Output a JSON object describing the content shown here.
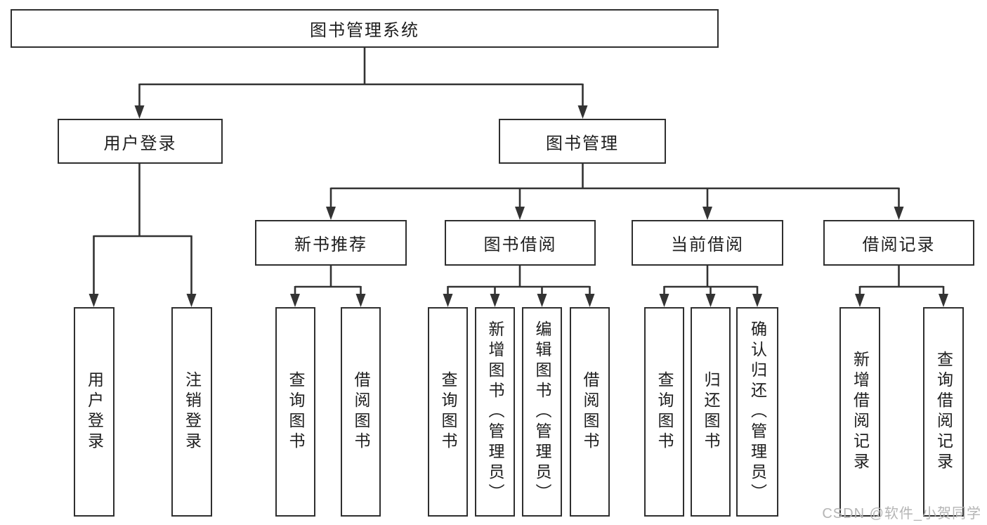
{
  "diagram": {
    "root": {
      "label": "图书管理系统"
    },
    "level2": [
      {
        "label": "用户登录"
      },
      {
        "label": "图书管理"
      }
    ],
    "level3": [
      {
        "label": "新书推荐",
        "parent": "图书管理"
      },
      {
        "label": "图书借阅",
        "parent": "图书管理"
      },
      {
        "label": "当前借阅",
        "parent": "图书管理"
      },
      {
        "label": "借阅记录",
        "parent": "图书管理"
      }
    ],
    "leaves": [
      {
        "label": "用户登录",
        "parent": "用户登录"
      },
      {
        "label": "注销登录",
        "parent": "用户登录"
      },
      {
        "label": "查询图书",
        "parent": "新书推荐"
      },
      {
        "label": "借阅图书",
        "parent": "新书推荐"
      },
      {
        "label": "查询图书",
        "parent": "图书借阅"
      },
      {
        "label": "新增图书（管理员）",
        "parent": "图书借阅"
      },
      {
        "label": "编辑图书（管理员）",
        "parent": "图书借阅"
      },
      {
        "label": "借阅图书",
        "parent": "图书借阅"
      },
      {
        "label": "查询图书",
        "parent": "当前借阅"
      },
      {
        "label": "归还图书",
        "parent": "当前借阅"
      },
      {
        "label": "确认归还（管理员）",
        "parent": "当前借阅"
      },
      {
        "label": "新增借阅记录",
        "parent": "借阅记录"
      },
      {
        "label": "查询借阅记录",
        "parent": "借阅记录"
      }
    ]
  },
  "watermark": {
    "text": "CSDN @软件_小贺同学"
  },
  "colors": {
    "line": "#333333",
    "border": "#2f2f2f",
    "text": "#1e1e1e",
    "watermark": "#b5b5b5",
    "background": "#ffffff"
  }
}
